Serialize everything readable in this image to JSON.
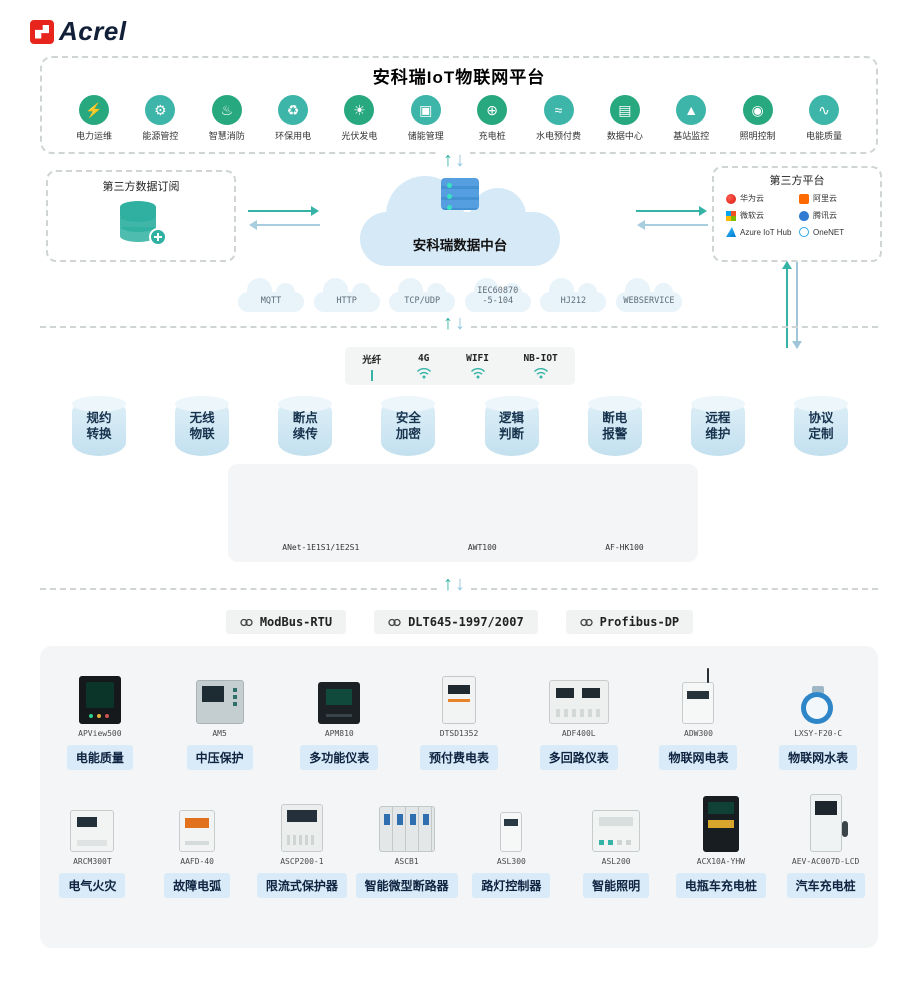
{
  "logo": {
    "brand": "Acrel"
  },
  "icons": {
    "up_arrow": "↑",
    "down_arrow": "↓"
  },
  "platform": {
    "title": "安科瑞IoT物联网平台",
    "apps": [
      {
        "label": "电力运维",
        "glyph": "⚡"
      },
      {
        "label": "能源管控",
        "glyph": "⚙"
      },
      {
        "label": "智慧消防",
        "glyph": "♨"
      },
      {
        "label": "环保用电",
        "glyph": "♻"
      },
      {
        "label": "光伏发电",
        "glyph": "☀"
      },
      {
        "label": "储能管理",
        "glyph": "▣"
      },
      {
        "label": "充电桩",
        "glyph": "⊕"
      },
      {
        "label": "水电预付费",
        "glyph": "≈"
      },
      {
        "label": "数据中心",
        "glyph": "▤"
      },
      {
        "label": "基站监控",
        "glyph": "▲"
      },
      {
        "label": "照明控制",
        "glyph": "◉"
      },
      {
        "label": "电能质量",
        "glyph": "∿"
      }
    ]
  },
  "hub": {
    "left_box_title": "第三方数据订阅",
    "center_label": "安科瑞数据中台",
    "right_box_title": "第三方平台",
    "platforms": [
      {
        "name": "华为云"
      },
      {
        "name": "阿里云"
      },
      {
        "name": "微软云"
      },
      {
        "name": "腾讯云"
      },
      {
        "name": "Azure IoT Hub"
      },
      {
        "name": "OneNET"
      }
    ]
  },
  "protocol_clouds": [
    {
      "line1": "MQTT"
    },
    {
      "line1": "HTTP"
    },
    {
      "line1": "TCP/UDP"
    },
    {
      "line1": "IEC60870",
      "line2": "-5-104"
    },
    {
      "line1": "HJ212"
    },
    {
      "line1": "WEBSERVICE"
    }
  ],
  "networks": [
    {
      "label": "光纤"
    },
    {
      "label": "4G"
    },
    {
      "label": "WIFI"
    },
    {
      "label": "NB-IOT"
    }
  ],
  "features": [
    {
      "line1": "规约",
      "line2": "转换"
    },
    {
      "line1": "无线",
      "line2": "物联"
    },
    {
      "line1": "断点",
      "line2": "续传"
    },
    {
      "line1": "安全",
      "line2": "加密"
    },
    {
      "line1": "逻辑",
      "line2": "判断"
    },
    {
      "line1": "断电",
      "line2": "报警"
    },
    {
      "line1": "远程",
      "line2": "维护"
    },
    {
      "line1": "协议",
      "line2": "定制"
    }
  ],
  "gateways": [
    {
      "model": "ANet-1E1S1/1E2S1"
    },
    {
      "model": "AWT100"
    },
    {
      "model": "AF-HK100"
    }
  ],
  "field_protocols": [
    {
      "label": "ModBus-RTU"
    },
    {
      "label": "DLT645-1997/2007"
    },
    {
      "label": "Profibus-DP"
    }
  ],
  "products_row1": [
    {
      "model": "APView500",
      "label": "电能质量"
    },
    {
      "model": "AM5",
      "label": "中压保护"
    },
    {
      "model": "APM810",
      "label": "多功能仪表"
    },
    {
      "model": "DTSD1352",
      "label": "预付费电表"
    },
    {
      "model": "ADF400L",
      "label": "多回路仪表"
    },
    {
      "model": "ADW300",
      "label": "物联网电表"
    },
    {
      "model": "LXSY-F20-C",
      "label": "物联网水表"
    }
  ],
  "products_row2": [
    {
      "model": "ARCM300T",
      "label": "电气火灾"
    },
    {
      "model": "AAFD-40",
      "label": "故障电弧"
    },
    {
      "model": "ASCP200-1",
      "label": "限流式保护器"
    },
    {
      "model": "ASCB1",
      "label": "智能微型断路器"
    },
    {
      "model": "ASL300",
      "label": "路灯控制器"
    },
    {
      "model": "ASL200",
      "label": "智能照明"
    },
    {
      "model": "ACX10A-YHW",
      "label": "电瓶车充电桩"
    },
    {
      "model": "AEV-AC007D-LCD",
      "label": "汽车充电桩"
    }
  ]
}
